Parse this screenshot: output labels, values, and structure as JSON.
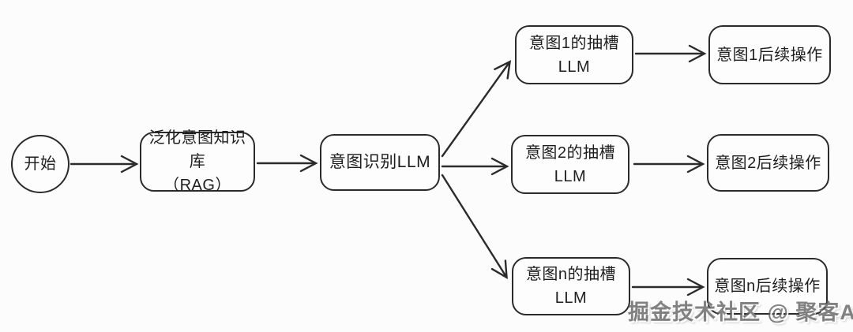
{
  "diagram": {
    "nodes": {
      "start": {
        "shape": "circle",
        "label": "开始"
      },
      "rag": {
        "shape": "rounded-rect",
        "line1": "泛化意图知识库",
        "line2": "（RAG）"
      },
      "recognition": {
        "shape": "rounded-rect",
        "label": "意图识别LLM"
      },
      "slot1": {
        "shape": "rounded-rect",
        "line1": "意图1的抽槽",
        "line2": "LLM"
      },
      "slot2": {
        "shape": "rounded-rect",
        "line1": "意图2的抽槽",
        "line2": "LLM"
      },
      "slotn": {
        "shape": "rounded-rect",
        "line1": "意图n的抽槽",
        "line2": "LLM"
      },
      "follow1": {
        "shape": "rounded-rect",
        "label": "意图1后续操作"
      },
      "follow2": {
        "shape": "rounded-rect",
        "label": "意图2后续操作"
      },
      "follown": {
        "shape": "rounded-rect",
        "label": "意图n后续操作"
      }
    },
    "edges": [
      {
        "from": "开始",
        "to": "泛化意图知识库（RAG）"
      },
      {
        "from": "泛化意图知识库（RAG）",
        "to": "意图识别LLM"
      },
      {
        "from": "意图识别LLM",
        "to": "意图1的抽槽LLM"
      },
      {
        "from": "意图识别LLM",
        "to": "意图2的抽槽LLM"
      },
      {
        "from": "意图识别LLM",
        "to": "意图n的抽槽LLM"
      },
      {
        "from": "意图1的抽槽LLM",
        "to": "意图1后续操作"
      },
      {
        "from": "意图2的抽槽LLM",
        "to": "意图2后续操作"
      },
      {
        "from": "意图n的抽槽LLM",
        "to": "意图n后续操作"
      }
    ],
    "watermark": "掘金技术社区 @ 聚客AI",
    "colors": {
      "background": "#fcfcfc",
      "stroke": "#2b2b2b",
      "text": "#1e1e1e",
      "watermark": "#5f5f5f"
    }
  }
}
